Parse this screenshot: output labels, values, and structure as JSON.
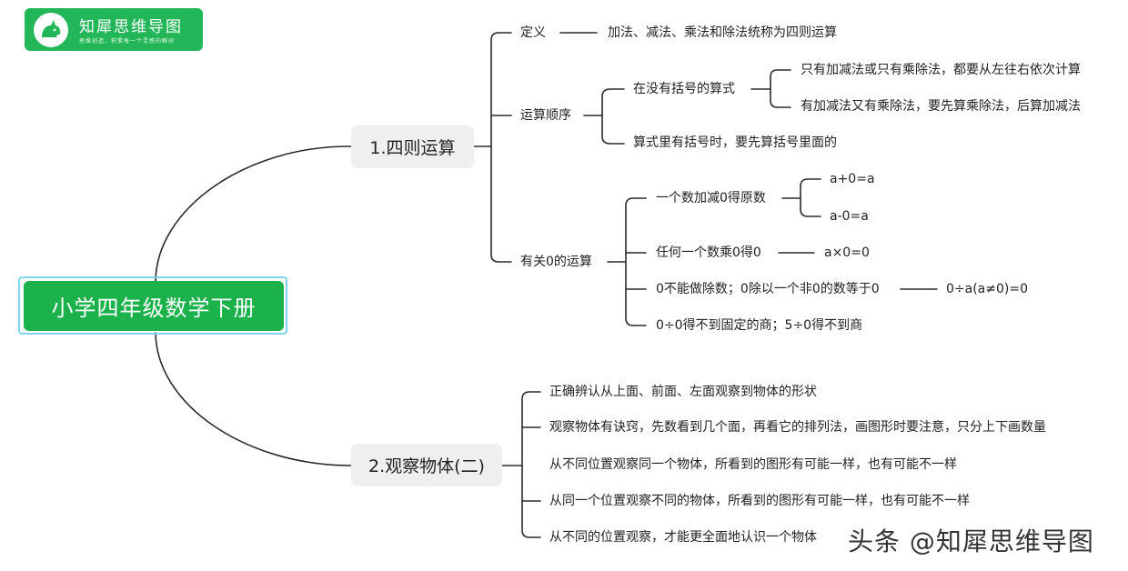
{
  "logo": {
    "title": "知犀思维导图",
    "slogan": "思维创造，积累每一个灵感的瞬间"
  },
  "root": {
    "label": "小学四年级数学下册"
  },
  "branch1": {
    "label": "1.四则运算",
    "definition": {
      "label": "定义",
      "text": "加法、减法、乘法和除法统称为四则运算"
    },
    "order": {
      "label": "运算顺序",
      "no_brackets": {
        "label": "在没有括号的算式",
        "rule1": "只有加减法或只有乘除法，都要从左往右依次计算",
        "rule2": "有加减法又有乘除法，要先算乘除法，后算加减法"
      },
      "with_brackets": "算式里有括号时，要先算括号里面的"
    },
    "zero": {
      "label": "有关0的运算",
      "add_sub": {
        "label": "一个数加减0得原数",
        "f1": "a+0=a",
        "f2": "a-0=a"
      },
      "mul": {
        "label": "任何一个数乘0得0",
        "formula": "a×0=0"
      },
      "div": {
        "label": "0不能做除数；0除以一个非0的数等于0",
        "formula": "0÷a(a≠0)=0"
      },
      "no_quotient": "0÷0得不到固定的商；5÷0得不到商"
    }
  },
  "branch2": {
    "label": "2.观察物体(二)",
    "items": [
      "正确辨认从上面、前面、左面观察到物体的形状",
      "观察物体有诀窍，先数看到几个面，再看它的排列法，画图形时要注意，只分上下画数量",
      "从不同位置观察同一个物体，所看到的图形有可能一样，也有可能不一样",
      "从同一个位置观察不同的物体，所看到的图形有可能一样，也有可能不一样",
      "从不同的位置观察，才能更全面地认识一个物体"
    ]
  },
  "watermark": "头条 @知犀思维导图"
}
